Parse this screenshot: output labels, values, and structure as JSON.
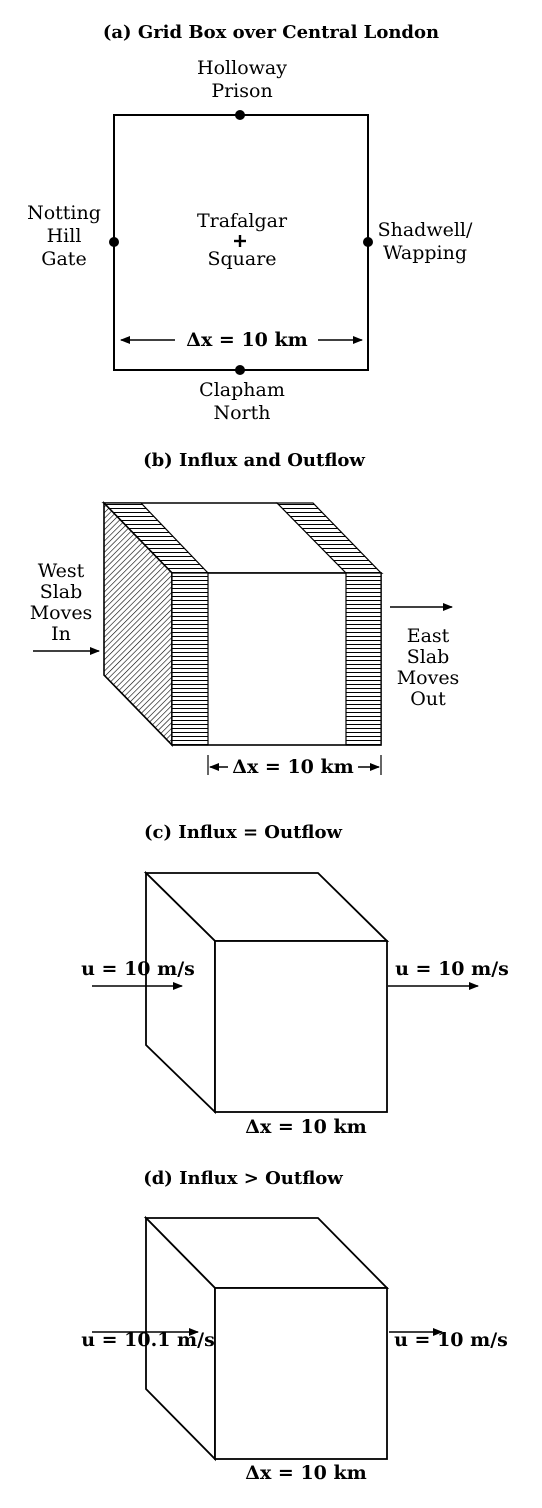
{
  "panel_a": {
    "title": "(a) Grid Box over Central London",
    "north": [
      "Holloway",
      "Prison"
    ],
    "west": [
      "Notting",
      "Hill",
      "Gate"
    ],
    "east": [
      "Shadwell/",
      "Wapping"
    ],
    "south": [
      "Clapham",
      "North"
    ],
    "center": [
      "Trafalgar",
      "Square"
    ],
    "dx": "Δx = 10 km"
  },
  "panel_b": {
    "title": "(b) Influx and Outflow",
    "west": [
      "West",
      "Slab",
      "Moves",
      "In"
    ],
    "east": [
      "East",
      "Slab",
      "Moves",
      "Out"
    ],
    "dx": "Δx = 10 km"
  },
  "panel_c": {
    "title": "(c)  Influx = Outflow",
    "u_in": "u = 10 m/s",
    "u_out": "u = 10 m/s",
    "dx": "Δx = 10 km"
  },
  "panel_d": {
    "title": "(d)  Influx > Outflow",
    "u_in": "u = 10.1 m/s",
    "u_out": "u = 10 m/s",
    "dx": "Δx = 10 km"
  }
}
